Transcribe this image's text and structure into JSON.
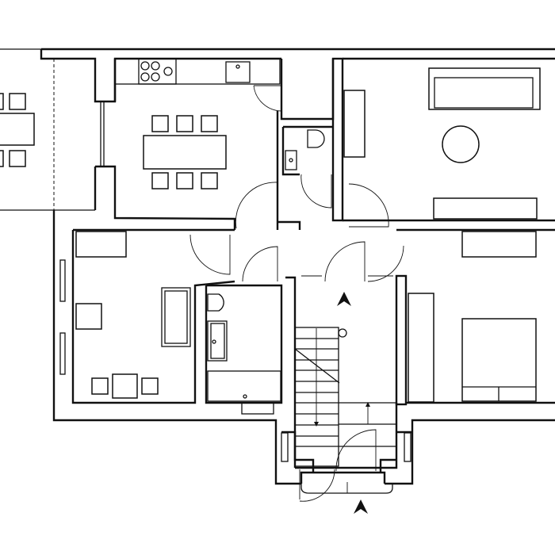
{
  "plan": {
    "type": "floor-plan",
    "colors": {
      "line": "#111111",
      "background": "#ffffff"
    },
    "icons": [
      "north-arrow-icon",
      "entrance-arrow-icon"
    ],
    "rooms": [
      "terrace",
      "kitchen-dining",
      "wc",
      "living-room",
      "study",
      "bathroom",
      "stair-hall",
      "bedroom",
      "entrance"
    ]
  }
}
